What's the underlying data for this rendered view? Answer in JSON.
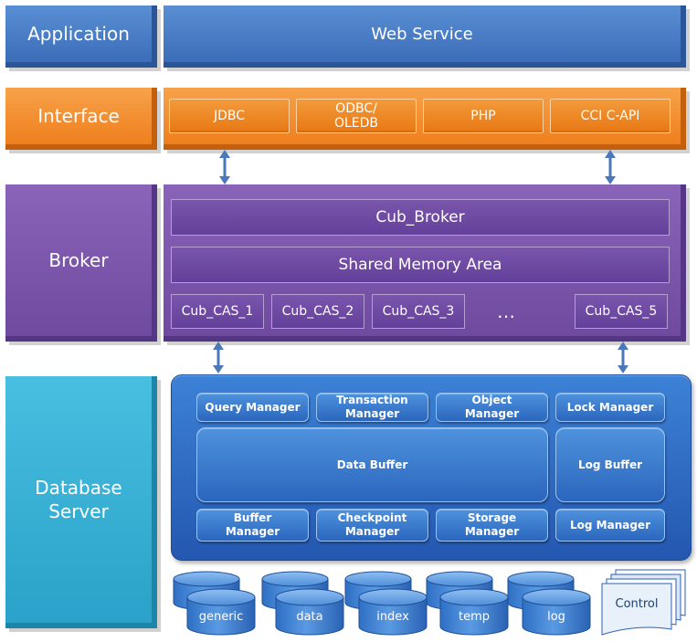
{
  "layers": {
    "application": {
      "label": "Application",
      "service": "Web Service"
    },
    "interface": {
      "label": "Interface",
      "items": [
        "JDBC",
        "ODBC/ OLEDB",
        "PHP",
        "CCI C-API"
      ]
    },
    "broker": {
      "label": "Broker",
      "cub_broker": "Cub_Broker",
      "shared_memory": "Shared Memory Area",
      "cas": [
        "Cub_CAS_1",
        "Cub_CAS_2",
        "Cub_CAS_3",
        "…",
        "Cub_CAS_5"
      ]
    },
    "database": {
      "label": "Database Server",
      "components": {
        "query_manager": "Query Manager",
        "transaction_manager": "Transaction Manager",
        "object_manager": "Object Manager",
        "lock_manager": "Lock Manager",
        "data_buffer": "Data Buffer",
        "log_buffer": "Log Buffer",
        "buffer_manager": "Buffer Manager",
        "checkpoint_manager": "Checkpoint Manager",
        "storage_manager": "Storage Manager",
        "log_manager": "Log Manager"
      }
    }
  },
  "storage": {
    "volumes": [
      "generic",
      "data",
      "index",
      "temp",
      "log"
    ],
    "control": "Control"
  },
  "colors": {
    "application": "#3b6db8",
    "interface": "#ef7f1d",
    "broker": "#6f4a9e",
    "database": "#2aa2c9",
    "db_panel": "#2a66bd",
    "arrow": "#4a78b8"
  }
}
